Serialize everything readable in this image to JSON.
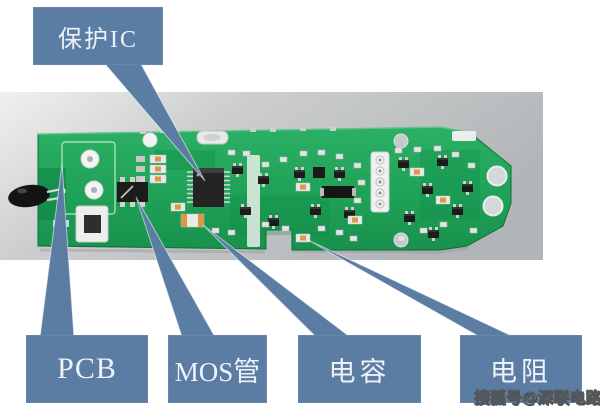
{
  "figure": {
    "callouts": {
      "protection_ic": "保护IC",
      "pcb": "PCB",
      "mos": "MOS管",
      "capacitor": "电容",
      "resistor": "电阻"
    },
    "watermark": "搜狐号@深联电路",
    "colors": {
      "callout": "#5b7da3",
      "callout_text": "#edf2f8",
      "board_green": "#1fa257",
      "board_dark_green": "#0e7d41",
      "photo_background": "#bdc0c2",
      "page_background": "#ffffff",
      "component_black": "#1c1c1c",
      "component_orange": "#d89a44"
    }
  }
}
